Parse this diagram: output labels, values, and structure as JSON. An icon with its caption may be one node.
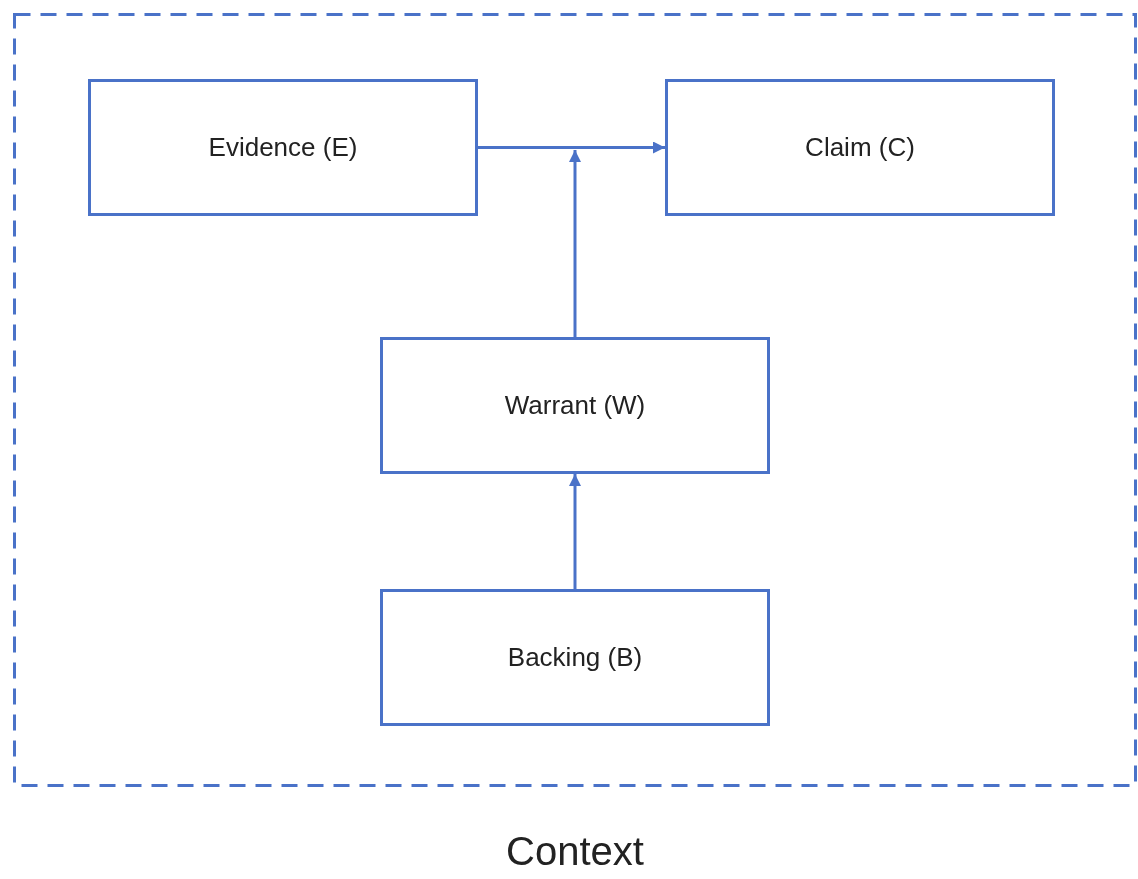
{
  "diagram": {
    "nodes": [
      {
        "text": [
          "Context"
        ]
      },
      {
        "text": [
          "Evidence (E)"
        ],
        "in": 0
      },
      {
        "text": [
          "Claim (C)"
        ],
        "in": 0
      },
      {
        "text": [
          "Warrant (W)"
        ],
        "in": 0
      },
      {
        "text": [
          "Backing (B)"
        ],
        "in": 0
      }
    ],
    "edges": [
      {
        "from": 1,
        "to": 2,
        "arrow": "to"
      },
      {
        "from": 3,
        "to": null,
        "arrow": "to"
      },
      {
        "from": 4,
        "to": 3,
        "arrow": "to"
      }
    ]
  }
}
